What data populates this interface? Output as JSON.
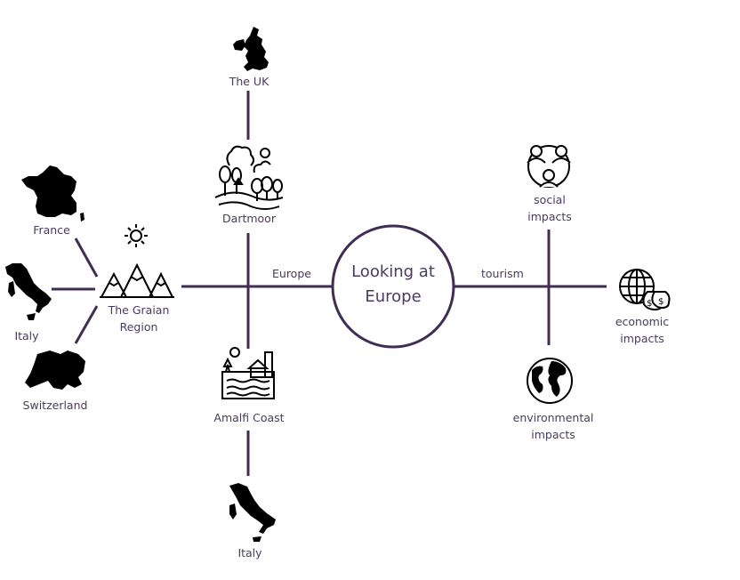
{
  "center": {
    "line1": "Looking at",
    "line2": "Europe"
  },
  "edges": {
    "left": "Europe",
    "right": "tourism"
  },
  "nodes": {
    "uk": "The UK",
    "dartmoor": "Dartmoor",
    "amalfi": "Amalfi Coast",
    "italy_bottom": "Italy",
    "graian_1": "The Graian",
    "graian_2": "Region",
    "france": "France",
    "italy_left": "Italy",
    "switzerland": "Switzerland",
    "social_1": "social",
    "social_2": "impacts",
    "economic_1": "economic",
    "economic_2": "impacts",
    "environmental_1": "environmental",
    "environmental_2": "impacts"
  },
  "colors": {
    "line": "#3f2d55",
    "text": "#4a3b5e",
    "icon": "#000000"
  },
  "icons": {
    "uk": "uk-map-icon",
    "dartmoor": "moorland-trees-icon",
    "amalfi": "coastal-village-icon",
    "italy_bottom": "italy-map-icon",
    "graian": "mountains-icon",
    "sun": "sun-icon",
    "france": "france-map-icon",
    "italy_left": "italy-map-icon",
    "switzerland": "switzerland-map-icon",
    "social": "people-group-icon",
    "economic": "globe-money-icon",
    "environmental": "earth-globe-icon"
  }
}
